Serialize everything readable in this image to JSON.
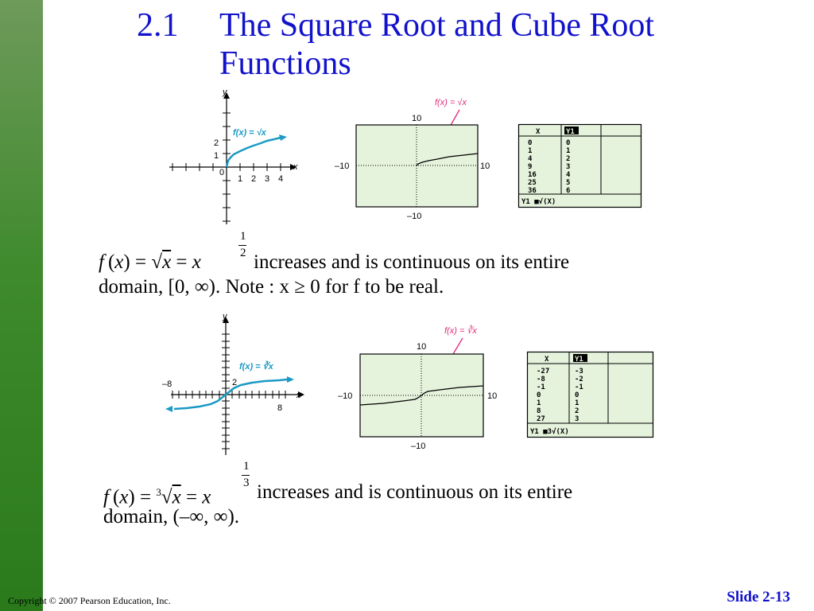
{
  "slide": {
    "number": "2.1",
    "title": "The Square Root and Cube Root Functions",
    "copyright": "Copyright © 2007 Pearson Education, Inc.",
    "slide_label": "Slide 2-13"
  },
  "sqrt_section": {
    "graph": {
      "y_axis_label": "y",
      "x_axis_label": "x",
      "function_label": "f(x) = √x",
      "y_ticks": [
        "2",
        "1",
        "0"
      ],
      "x_ticks": [
        "1",
        "2",
        "3",
        "4"
      ],
      "color": "#1a9ac4"
    },
    "calculator_plot": {
      "annotation": "f(x) = √x",
      "top": "10",
      "bottom": "–10",
      "left": "–10",
      "right": "10"
    },
    "table": {
      "headers": [
        "X",
        "Y1"
      ],
      "x": [
        "0",
        "1",
        "4",
        "9",
        "16",
        "25",
        "36"
      ],
      "y1": [
        "0",
        "1",
        "2",
        "3",
        "4",
        "5",
        "6"
      ],
      "footer": "Y1 ■√(X)"
    },
    "text": {
      "exponent_num": "1",
      "exponent_den": "2",
      "line1_tail": "increases and is continuous on its entire",
      "line2": "domain, [0, ∞).  Note : x ≥ 0 for  f  to be real."
    }
  },
  "cbrt_section": {
    "graph": {
      "y_axis_label": "y",
      "x_axis_label": "x",
      "function_label": "f(x) = ∛x",
      "x_ticks": [
        "–8",
        "8"
      ],
      "y_ticks": [
        "2"
      ],
      "color": "#1a9ac4"
    },
    "calculator_plot": {
      "annotation": "f(x) = ∛x",
      "top": "10",
      "bottom": "–10",
      "left": "–10",
      "right": "10"
    },
    "table": {
      "headers": [
        "X",
        "Y1"
      ],
      "x": [
        "-27",
        "-8",
        "-1",
        "0",
        "1",
        "8",
        "27"
      ],
      "y1": [
        "-3",
        "-2",
        "-1",
        "0",
        "1",
        "2",
        "3"
      ],
      "footer": "Y1 ■3√(X)"
    },
    "text": {
      "exponent_num": "1",
      "exponent_den": "3",
      "line1_tail": "increases and is continuous on its entire",
      "line2": "domain, (–∞, ∞)."
    }
  },
  "colors": {
    "title": "#1212cc",
    "calculator_bg": "#e5f2dc",
    "annotation": "#e0287a",
    "curve": "#1a9ac4"
  }
}
